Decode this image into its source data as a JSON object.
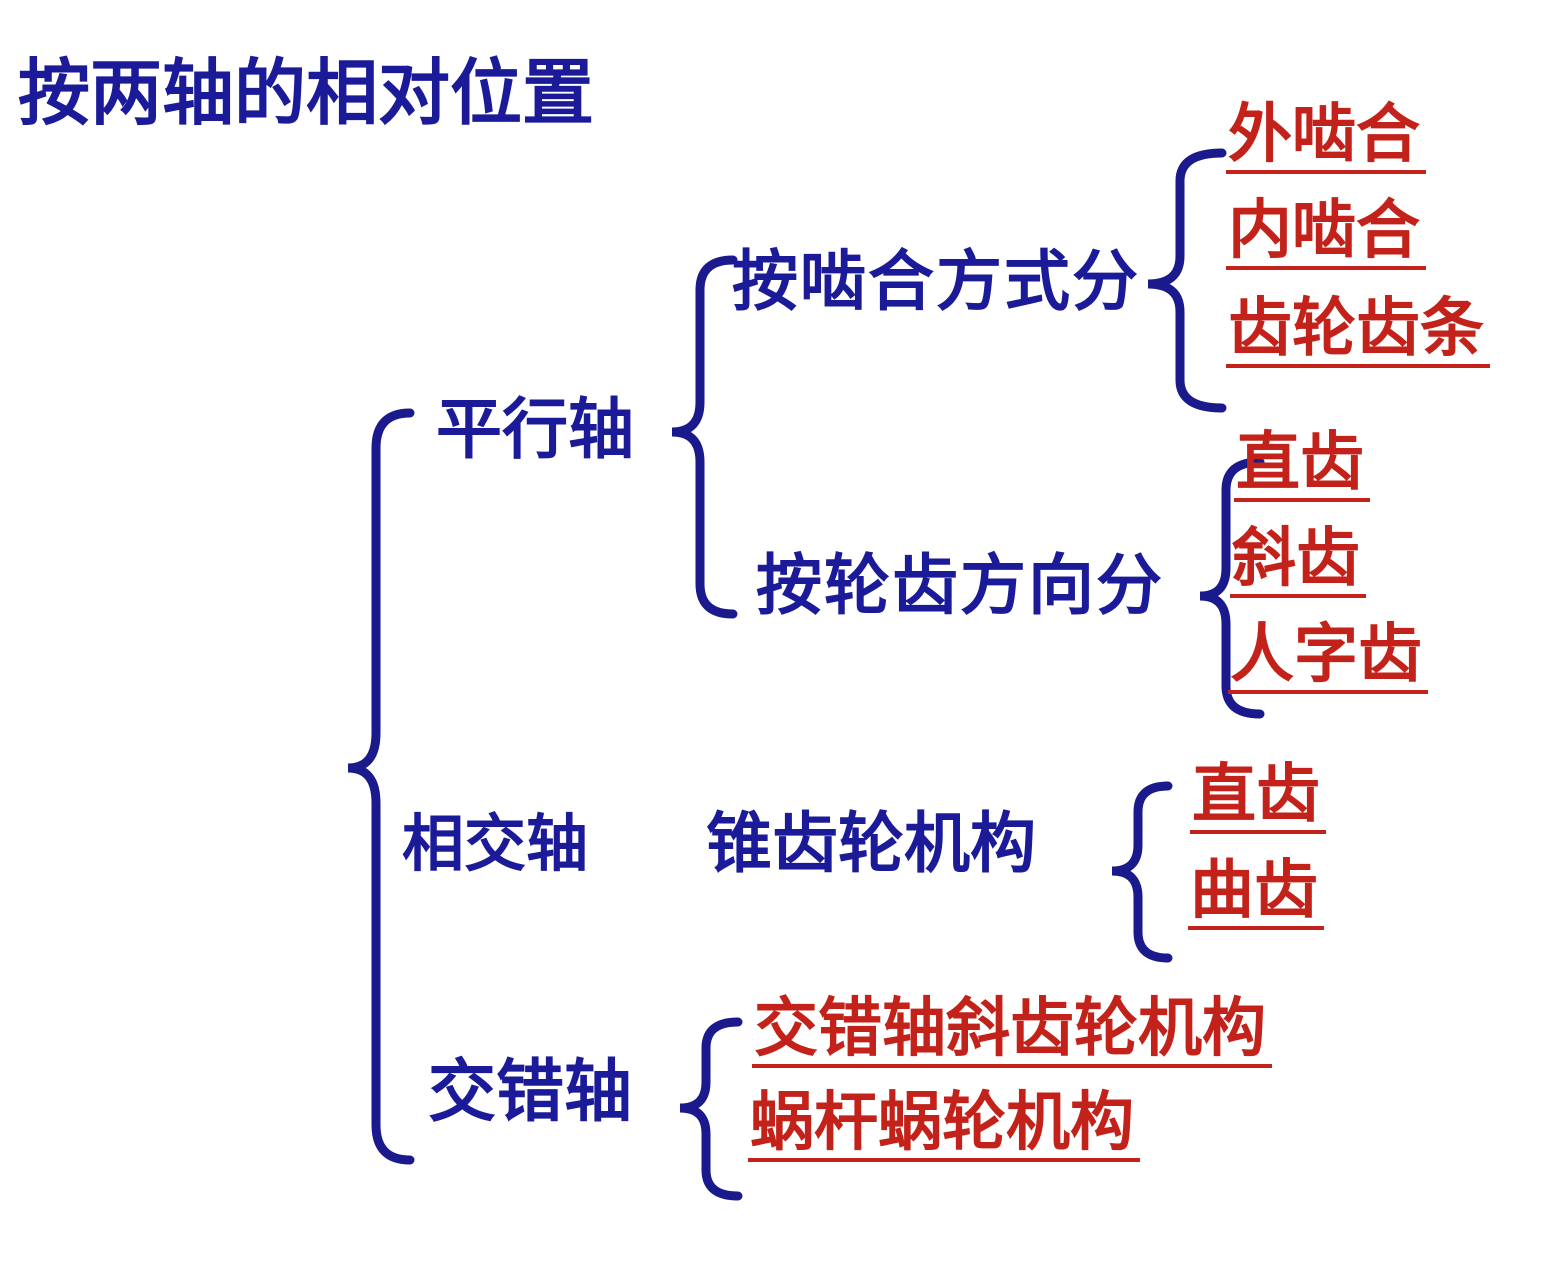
{
  "title": "按两轴的相对位置",
  "colors": {
    "label_blue": "#1b1b9a",
    "leaf_red": "#c3221a",
    "brace_navy": "#1a1a8c",
    "background": "#ffffff"
  },
  "tree": {
    "branches": [
      {
        "label": "平行轴",
        "groups": [
          {
            "label": "按啮合方式分",
            "items": [
              "外啮合",
              "内啮合",
              "齿轮齿条"
            ]
          },
          {
            "label": "按轮齿方向分",
            "items": [
              "直齿",
              "斜齿",
              "人字齿"
            ]
          }
        ]
      },
      {
        "label": "相交轴",
        "mechanism": "锥齿轮机构",
        "items": [
          "直齿",
          "曲齿"
        ]
      },
      {
        "label": "交错轴",
        "items": [
          "交错轴斜齿轮机构",
          "蜗杆蜗轮机构"
        ]
      }
    ]
  }
}
